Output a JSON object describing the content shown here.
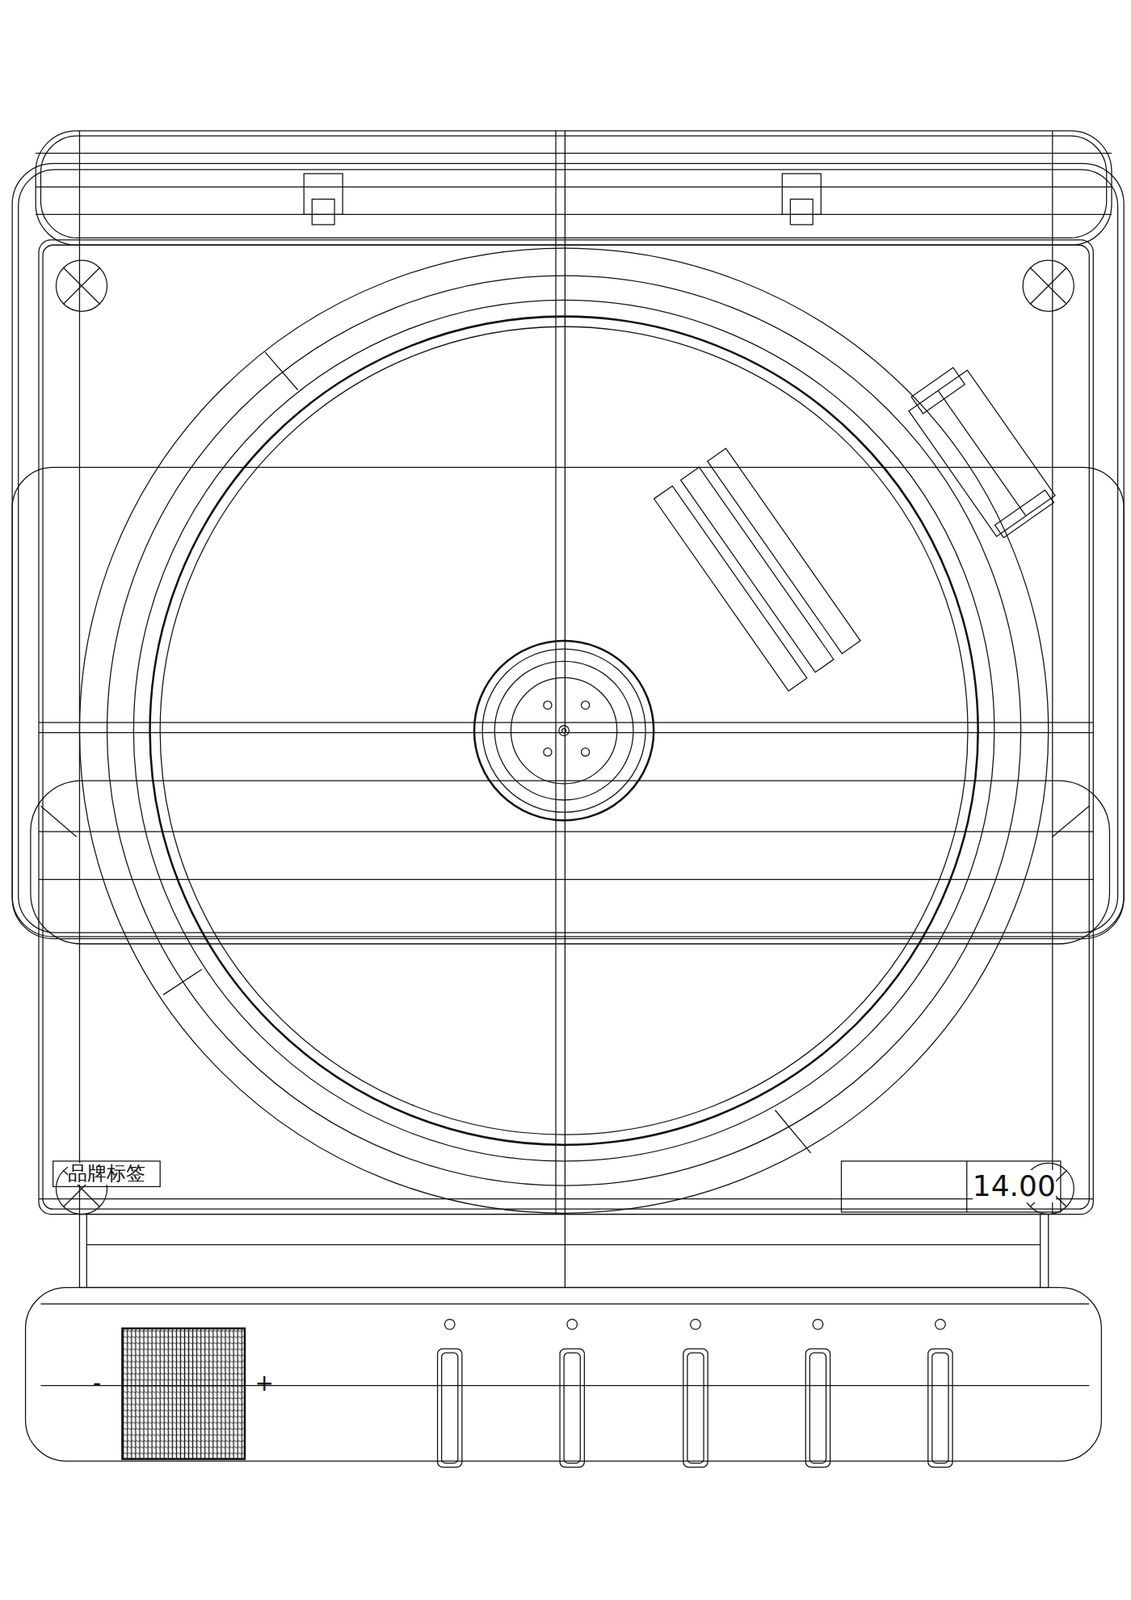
{
  "diagram": {
    "nodes": [
      {
        "text": [
          "品牌标签"
        ]
      },
      {
        "text": [
          "14.00"
        ]
      }
    ],
    "labels": [
      "-",
      "+"
    ]
  }
}
